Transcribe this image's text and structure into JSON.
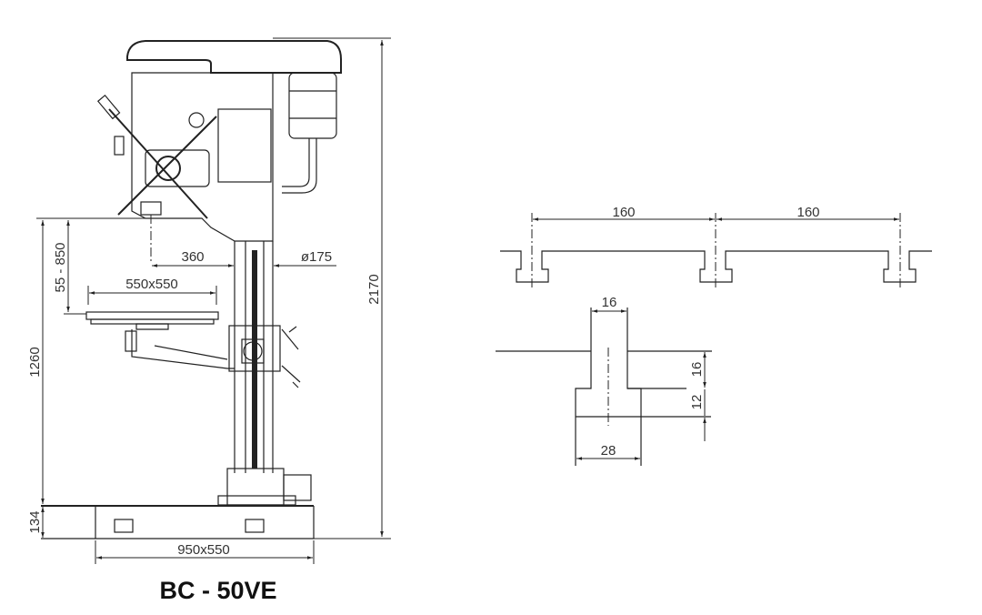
{
  "title": "BC - 50VE",
  "machine_dimensions": {
    "total_height": "2170",
    "table_height": "1260",
    "spindle_table_range": "55 - 850",
    "base_height": "134",
    "base_size": "950x550",
    "table_size": "550x550",
    "throat_depth": "360",
    "column_diameter": "ø175"
  },
  "t_slot_dimensions": {
    "slot_spacing_1": "160",
    "slot_spacing_2": "160",
    "slot_width": "16",
    "slot_head_width": "28",
    "slot_neck_depth": "16",
    "slot_head_depth": "12"
  }
}
